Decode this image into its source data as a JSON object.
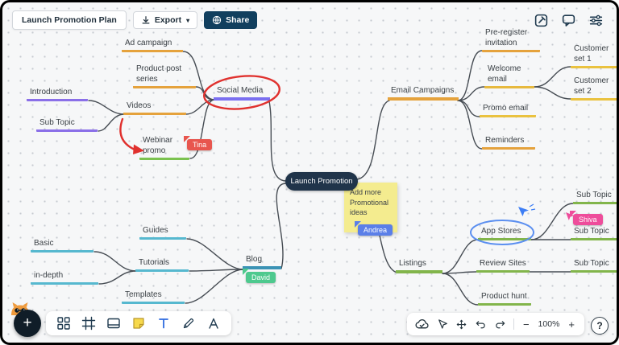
{
  "header": {
    "title": "Launch Promotion Plan",
    "export": {
      "label": "Export",
      "caret": "▾"
    },
    "share": {
      "label": "Share"
    },
    "top_icons": [
      "edit-icon",
      "comment-icon",
      "sliders-icon"
    ]
  },
  "canvas": {
    "central_node": {
      "label": "Launch Promotion",
      "bg": "#20344a",
      "text_color": "#ffffff"
    },
    "nodes": [
      {
        "label": "Ad campaign",
        "color": "#e5a23c"
      },
      {
        "label": "Product post series",
        "color": "#e5a23c"
      },
      {
        "label": "Videos",
        "color": "#e5a23c"
      },
      {
        "label": "Webinar promo",
        "color": "#7bc24f"
      },
      {
        "label": "Introduction",
        "color": "#8a6fe8"
      },
      {
        "label": "Sub Topic",
        "color": "#8a6fe8"
      },
      {
        "label": "Social Media",
        "color": "#7a6ff0"
      },
      {
        "label": "Guides",
        "color": "#56b8cf"
      },
      {
        "label": "Tutorials",
        "color": "#56b8cf"
      },
      {
        "label": "Templates",
        "color": "#56b8cf"
      },
      {
        "label": "Basic",
        "color": "#56b8cf"
      },
      {
        "label": "in-depth",
        "color": "#56b8cf"
      },
      {
        "label": "Blog",
        "color": "#3b93b5"
      },
      {
        "label": "Email Campaigns",
        "color": "#e5a23c"
      },
      {
        "label": "Pre-register invitation",
        "color": "#e5a23c"
      },
      {
        "label": "Welcome email",
        "color": "#e7b93e"
      },
      {
        "label": "Promo email",
        "color": "#eac23f"
      },
      {
        "label": "Reminders",
        "color": "#e5a23c"
      },
      {
        "label": "Customer set 1",
        "color": "#eac23f"
      },
      {
        "label": "Customer set 2",
        "color": "#eac23f"
      },
      {
        "label": "Listings",
        "color": "#82b54b"
      },
      {
        "label": "App Stores",
        "color": "#82b54b"
      },
      {
        "label": "Review Sites",
        "color": "#82b54b"
      },
      {
        "label": "Product hunt",
        "color": "#82b54b"
      },
      {
        "label": "Sub Topic",
        "color": "#82b54b"
      },
      {
        "label": "Sub Topic",
        "color": "#82b54b"
      },
      {
        "label": "Sub Topic",
        "color": "#82b54b"
      }
    ],
    "sticky_note": {
      "text": "Add more Promotional ideas",
      "bg": "#f4ec8f"
    },
    "collaborators": [
      {
        "name": "Tina",
        "color": "#e8564e"
      },
      {
        "name": "David",
        "color": "#4ec98e"
      },
      {
        "name": "Andrea",
        "color": "#5b7fe8"
      },
      {
        "name": "Shiva",
        "color": "#ee4d9b"
      }
    ],
    "annotations": {
      "red_ellipse_color": "#e0312e",
      "red_arrow_color": "#e0312e",
      "blue_ellipse_color": "#5b8ff0",
      "cursor_color": "#3d7ef5"
    }
  },
  "toolbar": {
    "add_label": "+",
    "icons": [
      "templates-icon",
      "frame-icon",
      "card-icon",
      "sticky-note-icon",
      "text-icon",
      "pen-icon",
      "shape-icon"
    ]
  },
  "footer": {
    "zoom": "100%",
    "zoom_out": "−",
    "zoom_in": "+",
    "help": "?",
    "icons": [
      "cloud-sync-icon",
      "select-cursor-icon",
      "pan-icon",
      "undo-icon",
      "redo-icon"
    ]
  }
}
